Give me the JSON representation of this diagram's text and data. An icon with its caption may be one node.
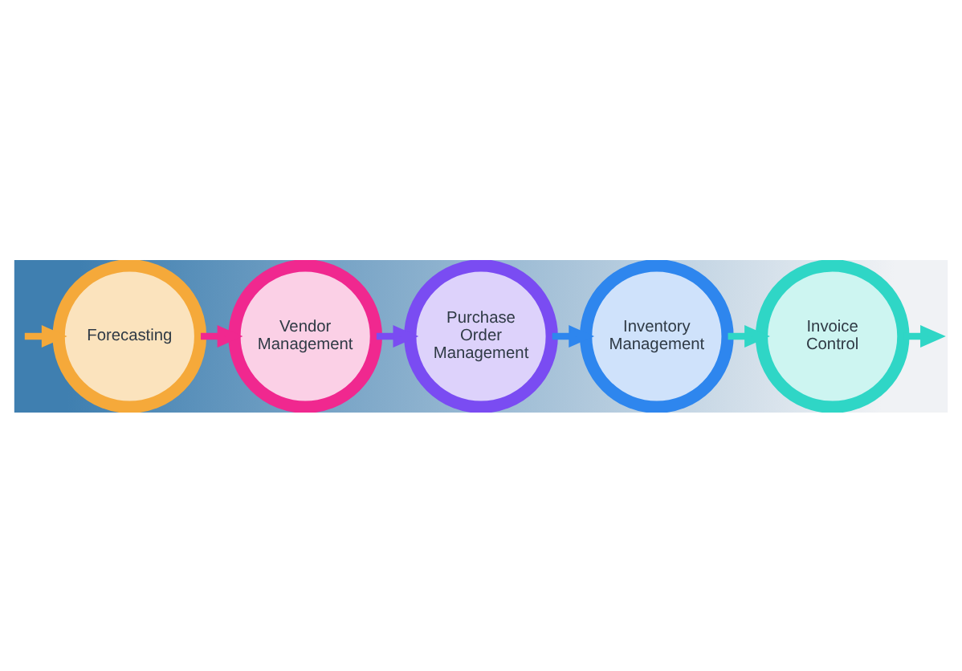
{
  "diagram": {
    "nodes": [
      {
        "text": [
          "Forecasting"
        ]
      },
      {
        "text": [
          "Vendor Management"
        ]
      },
      {
        "text": [
          "Purchase Order Management"
        ]
      },
      {
        "text": [
          "Inventory Management"
        ]
      },
      {
        "text": [
          "Invoice Control"
        ]
      }
    ],
    "edges": [
      {
        "from": null,
        "to": 0,
        "arrow": "to",
        "color": "#f5a93a"
      },
      {
        "from": 0,
        "to": 1,
        "arrow": "to",
        "color": "#f0288f"
      },
      {
        "from": 1,
        "to": 2,
        "arrow": "to",
        "color": "#7a4cf2"
      },
      {
        "from": 2,
        "to": 3,
        "arrow": "to",
        "color": "#2e86ee"
      },
      {
        "from": 3,
        "to": 4,
        "arrow": "to",
        "color": "#2fd6c6"
      },
      {
        "from": 4,
        "to": null,
        "arrow": "to",
        "color": "#2fd6c6"
      }
    ]
  }
}
